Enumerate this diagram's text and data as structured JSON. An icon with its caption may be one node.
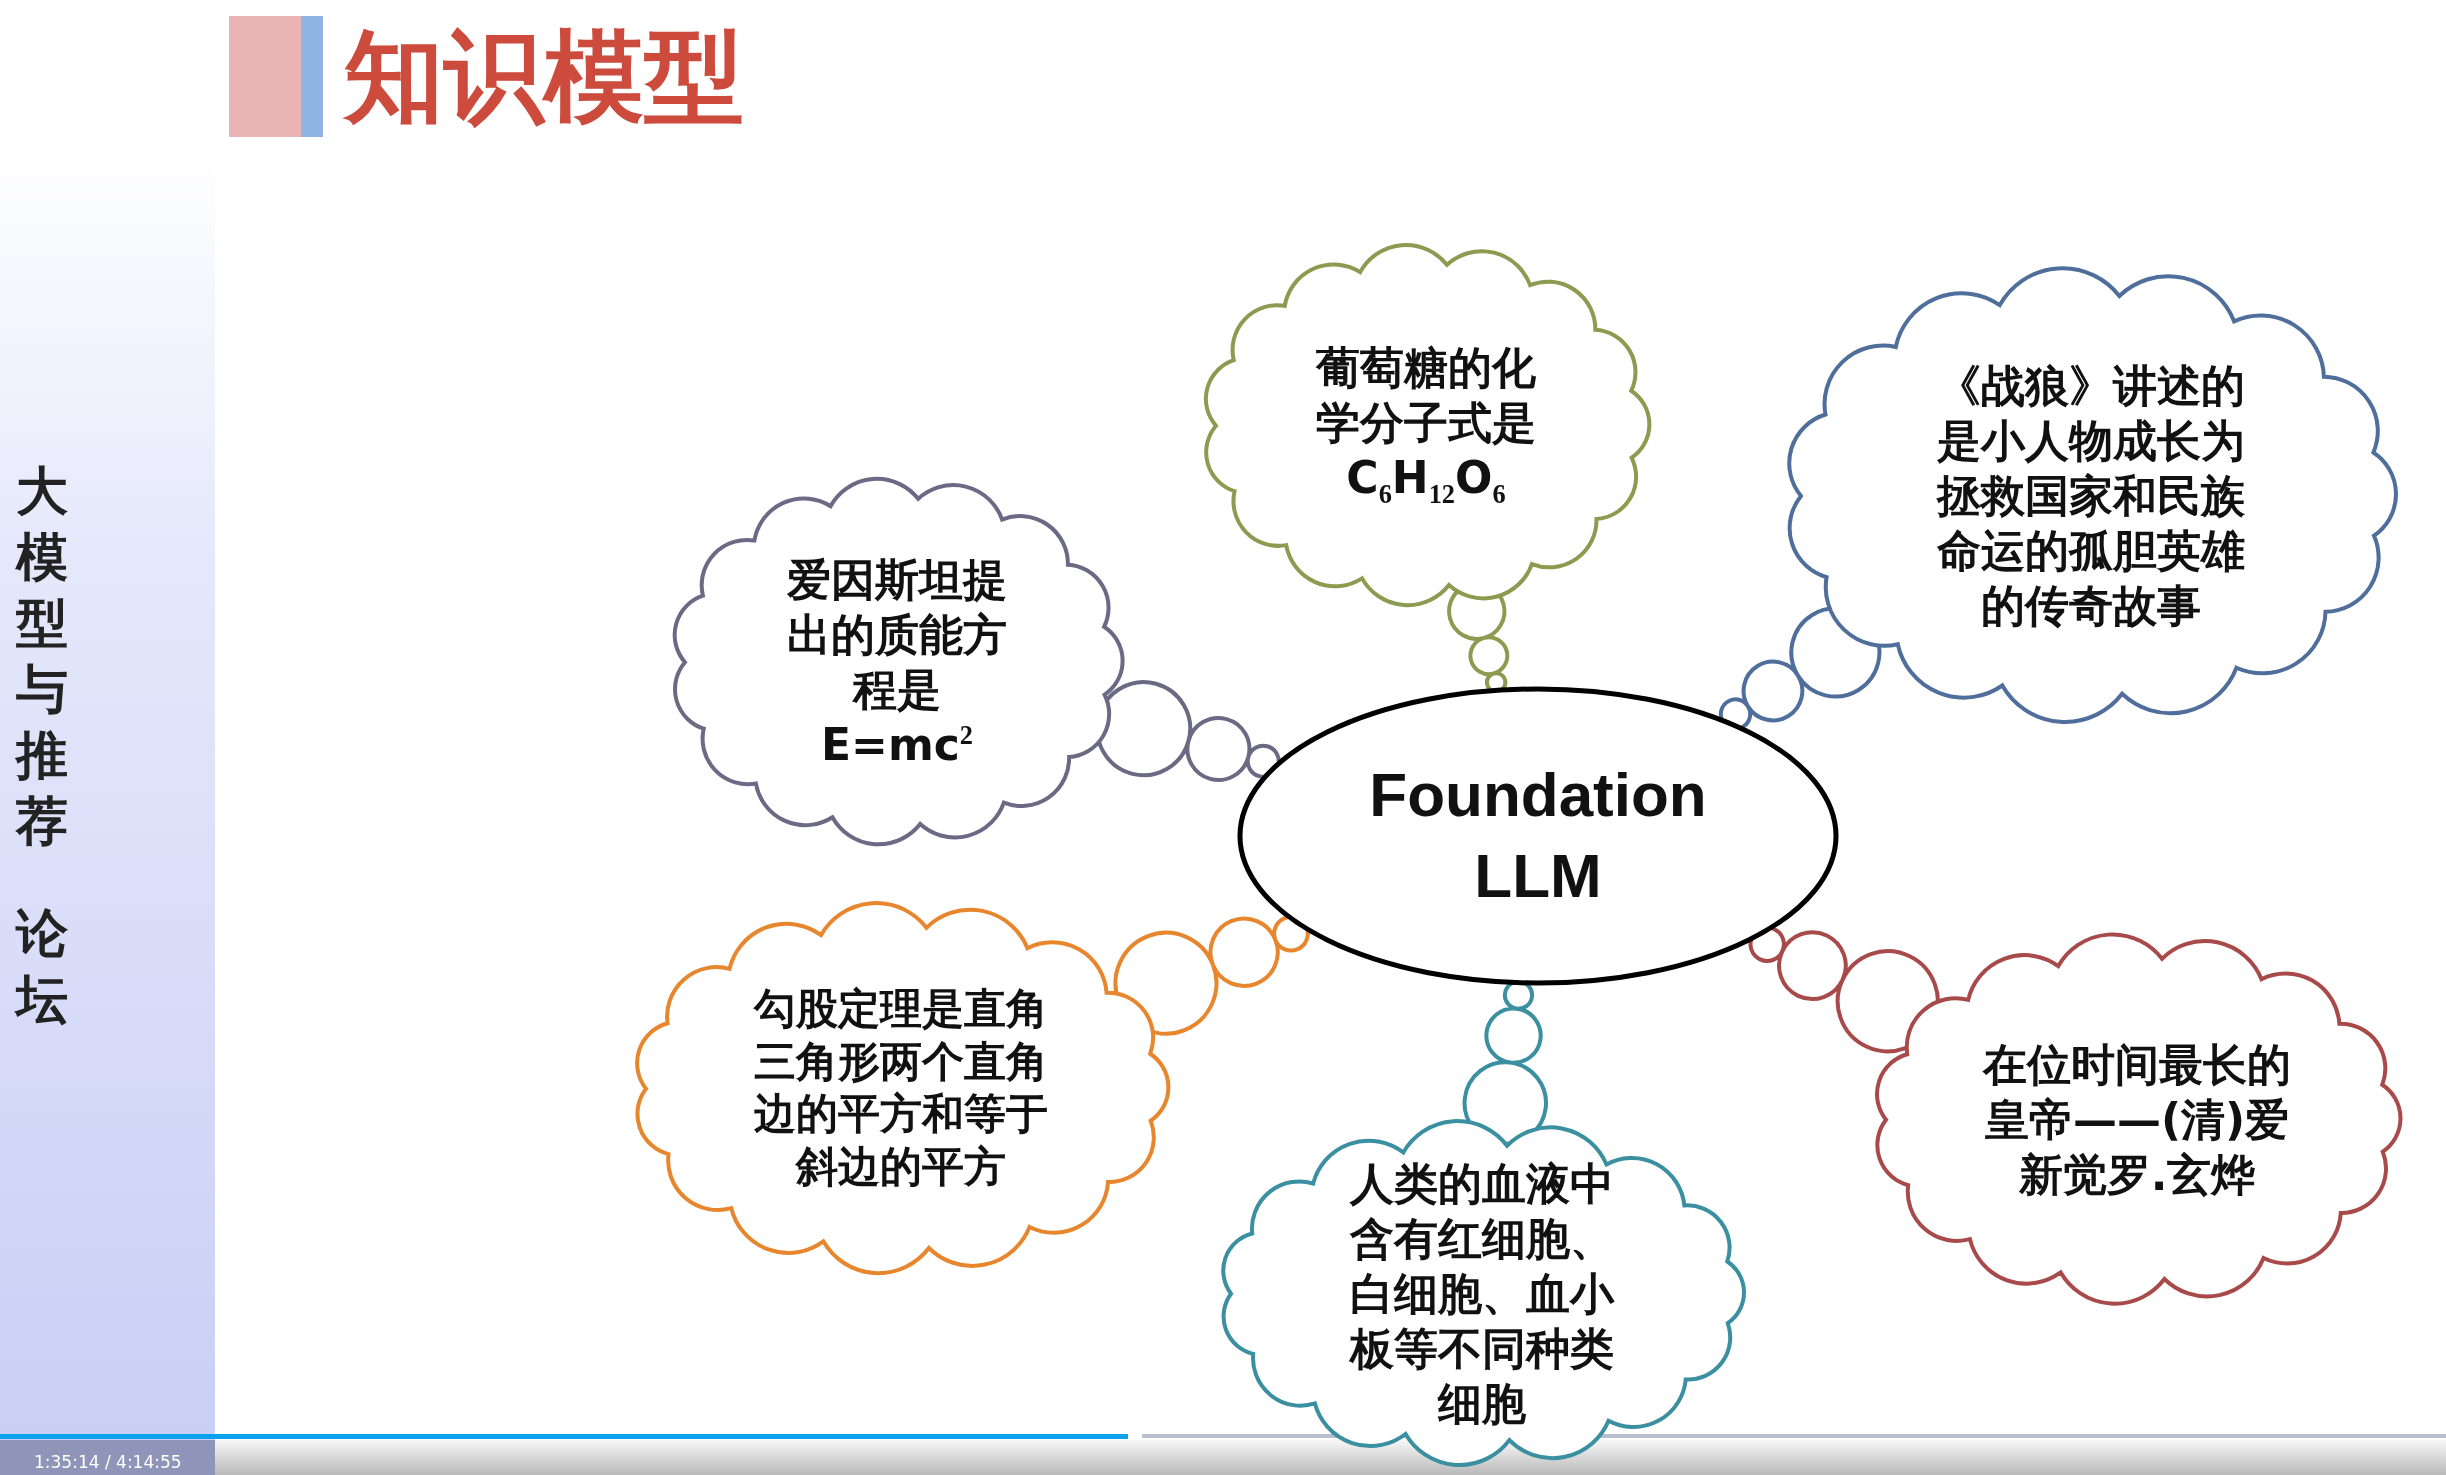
{
  "diagram": {
    "title": "知识模型",
    "nodes": [
      {
        "text": [
          "Foundation LLM"
        ]
      },
      {
        "text": [
          "葡萄糖的化学分子式是C$_{6}$H$_{12}$O$_{6}$"
        ]
      },
      {
        "text": [
          "《战狼》讲述的是小人物成长为拯救国家和民族命运的孤胆英雄的传奇故事"
        ]
      },
      {
        "text": [
          "爱因斯坦提出的质能方程是E=mc$^{2}$"
        ]
      },
      {
        "text": [
          "勾股定理是直角三角形两个直角边的平方和等于斜边的平方"
        ]
      },
      {
        "text": [
          "在位时间最长的皇帝——(清)爱新觉罗.玄烨"
        ]
      },
      {
        "text": [
          "人类的血液中含有红细胞、白细胞、血小板等不同种类细胞"
        ]
      }
    ],
    "edges": [
      {
        "from": 1,
        "to": 0,
        "arrow": "none",
        "color": "#8c9b4f"
      },
      {
        "from": 2,
        "to": 0,
        "arrow": "none",
        "color": "#4f6e9b"
      },
      {
        "from": 3,
        "to": 0,
        "arrow": "none",
        "color": "#6a6a85"
      },
      {
        "from": 4,
        "to": 0,
        "arrow": "none",
        "color": "#e8862e"
      },
      {
        "from": 5,
        "to": 0,
        "arrow": "none",
        "color": "#a84a4a"
      },
      {
        "from": 6,
        "to": 0,
        "arrow": "none",
        "color": "#3a8fa0"
      }
    ],
    "labels": [
      "大模型与推荐",
      "论坛",
      "1:35:14 / 4:14:55"
    ]
  }
}
